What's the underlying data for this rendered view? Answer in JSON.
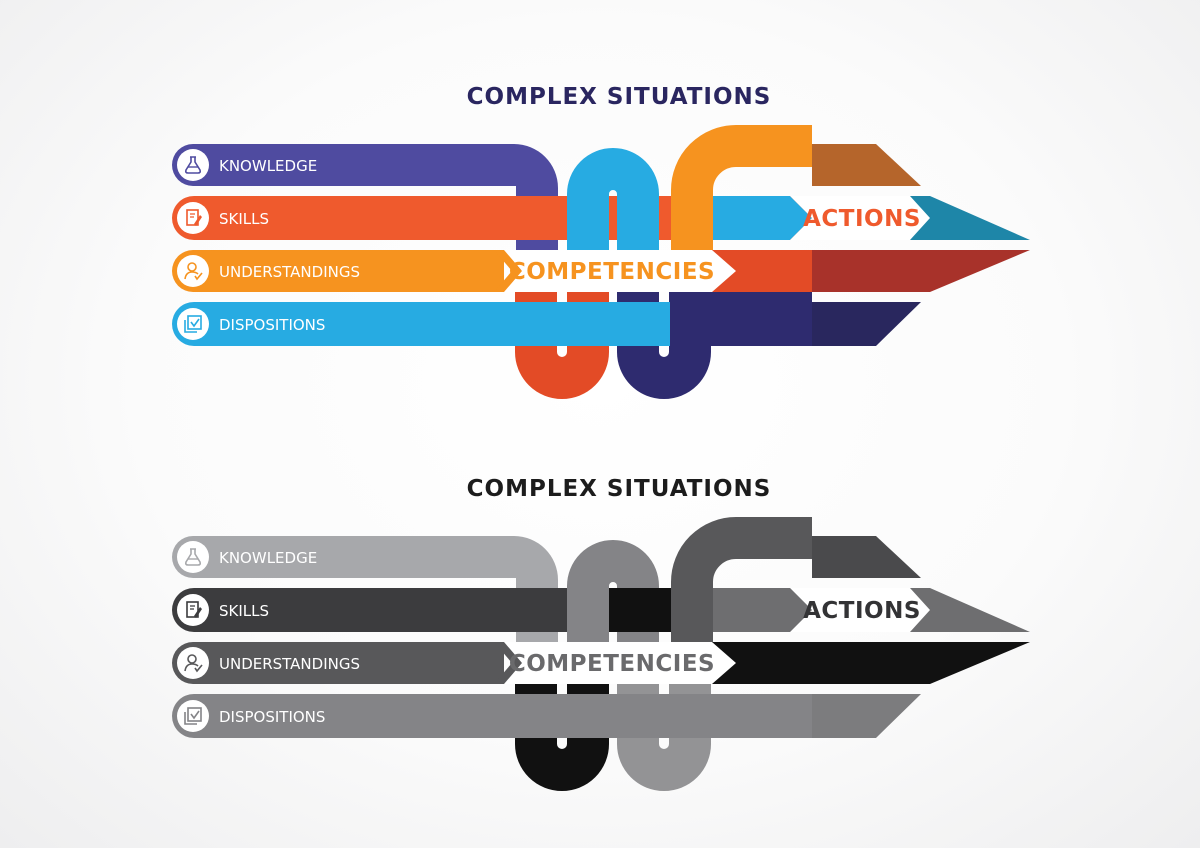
{
  "diagrams": [
    {
      "title": "COMPLEX SITUATIONS",
      "rows": [
        {
          "label": "KNOWLEDGE",
          "icon": "flask-icon"
        },
        {
          "label": "SKILLS",
          "icon": "edit-document-icon"
        },
        {
          "label": "UNDERSTANDINGS",
          "icon": "user-check-icon"
        },
        {
          "label": "DISPOSITIONS",
          "icon": "checkbox-stack-icon"
        }
      ],
      "center_label": "COMPETENCIES",
      "end_label": "ACTIONS",
      "colors": {
        "title": "#2a2660",
        "knowledge": "#4f4ba0",
        "skills": "#ef5a2d",
        "understandings": "#f6931f",
        "dispositions": "#27abe2",
        "loop_blue": "#27abe2",
        "loop_orange": "#f6931f",
        "loop_red": "#e34b26",
        "loop_navy": "#2e2b6f",
        "arrow_row1": "#b5652b",
        "arrow_row2": "#1e86a8",
        "arrow_row3": "#a8322a",
        "arrow_row4": "#29275e",
        "center_text": "#f6931f",
        "end_text": "#ef5a2d"
      }
    },
    {
      "title": "COMPLEX SITUATIONS",
      "rows": [
        {
          "label": "KNOWLEDGE",
          "icon": "flask-icon"
        },
        {
          "label": "SKILLS",
          "icon": "edit-document-icon"
        },
        {
          "label": "UNDERSTANDINGS",
          "icon": "user-check-icon"
        },
        {
          "label": "DISPOSITIONS",
          "icon": "checkbox-stack-icon"
        }
      ],
      "center_label": "COMPETENCIES",
      "end_label": "ACTIONS",
      "colors": {
        "title": "#1c1c1c",
        "knowledge": "#a7a8ab",
        "skills": "#3c3c3e",
        "understandings": "#58585a",
        "dispositions": "#848487",
        "loop_blue": "#848487",
        "loop_orange": "#58585a",
        "loop_red": "#111111",
        "loop_navy": "#939395",
        "arrow_row1": "#4a4a4c",
        "arrow_row2": "#6e6e70",
        "arrow_row3": "#111111",
        "arrow_row4": "#7c7c7e",
        "center_text": "#6a6a6c",
        "end_text": "#333335"
      }
    }
  ]
}
